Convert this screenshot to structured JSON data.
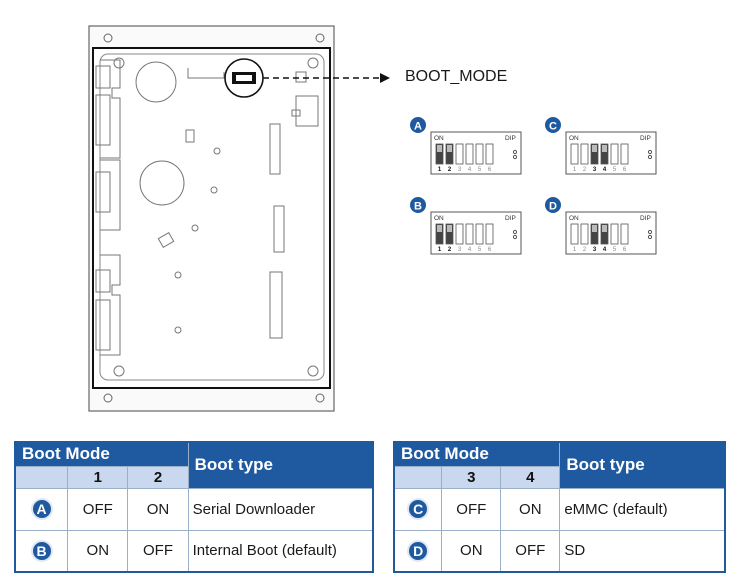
{
  "diagram": {
    "boot_mode_label": "BOOT_MODE",
    "switch_labels": {
      "on": "ON",
      "dip": "DIP",
      "numbers": [
        "1",
        "2",
        "3",
        "4",
        "5",
        "6"
      ]
    },
    "configs": [
      {
        "badge": "A",
        "on_switches": [
          1,
          2
        ]
      },
      {
        "badge": "B",
        "on_switches": [
          1,
          2
        ]
      },
      {
        "badge": "C",
        "on_switches": [
          3,
          4
        ]
      },
      {
        "badge": "D",
        "on_switches": [
          3,
          4
        ]
      }
    ]
  },
  "tables": [
    {
      "header_title": "Boot Mode",
      "header_type": "Boot type",
      "columns": [
        "1",
        "2"
      ],
      "rows": [
        {
          "badge": "A",
          "values": [
            "OFF",
            "ON"
          ],
          "type": "Serial Downloader"
        },
        {
          "badge": "B",
          "values": [
            "ON",
            "OFF"
          ],
          "type": "Internal Boot (default)"
        }
      ]
    },
    {
      "header_title": "Boot Mode",
      "header_type": "Boot type",
      "columns": [
        "3",
        "4"
      ],
      "rows": [
        {
          "badge": "C",
          "values": [
            "OFF",
            "ON"
          ],
          "type": "eMMC (default)"
        },
        {
          "badge": "D",
          "values": [
            "ON",
            "OFF"
          ],
          "type": "SD"
        }
      ]
    }
  ],
  "colors": {
    "header_blue": "#1f5aa0",
    "subheader": "#c9d8ee"
  }
}
